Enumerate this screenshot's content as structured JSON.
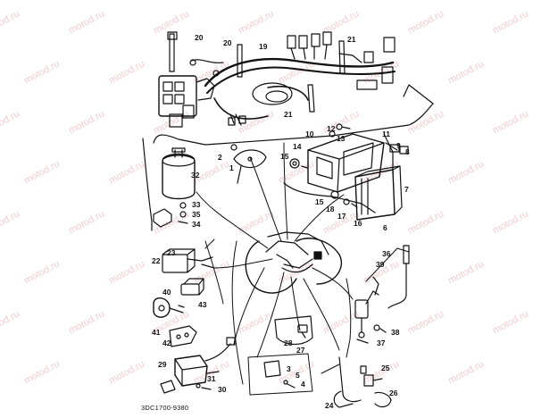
{
  "watermark": {
    "text": "motod.ru",
    "color": "#e7a3a3"
  },
  "diagram_code": "3DC1700-9380",
  "callouts": [
    {
      "id": "c1",
      "text": "20"
    },
    {
      "id": "c2",
      "text": "20"
    },
    {
      "id": "c3",
      "text": "19"
    },
    {
      "id": "c4",
      "text": "21"
    },
    {
      "id": "c5",
      "text": "21"
    },
    {
      "id": "c6",
      "text": "2"
    },
    {
      "id": "c7",
      "text": "1"
    },
    {
      "id": "c8",
      "text": "10"
    },
    {
      "id": "c9",
      "text": "12"
    },
    {
      "id": "c10",
      "text": "13"
    },
    {
      "id": "c11",
      "text": "14"
    },
    {
      "id": "c12",
      "text": "11"
    },
    {
      "id": "c13",
      "text": "9"
    },
    {
      "id": "c14",
      "text": "8"
    },
    {
      "id": "c15",
      "text": "7"
    },
    {
      "id": "c16",
      "text": "15"
    },
    {
      "id": "c17",
      "text": "15"
    },
    {
      "id": "c18",
      "text": "18"
    },
    {
      "id": "c19",
      "text": "17"
    },
    {
      "id": "c20",
      "text": "16"
    },
    {
      "id": "c21",
      "text": "6"
    },
    {
      "id": "c22",
      "text": "32"
    },
    {
      "id": "c23",
      "text": "33"
    },
    {
      "id": "c24",
      "text": "35"
    },
    {
      "id": "c25",
      "text": "34"
    },
    {
      "id": "c26",
      "text": "23"
    },
    {
      "id": "c27",
      "text": "22"
    },
    {
      "id": "c28",
      "text": "40"
    },
    {
      "id": "c29",
      "text": "43"
    },
    {
      "id": "c30",
      "text": "41"
    },
    {
      "id": "c31",
      "text": "42"
    },
    {
      "id": "c32",
      "text": "36"
    },
    {
      "id": "c33",
      "text": "39"
    },
    {
      "id": "c34",
      "text": "38"
    },
    {
      "id": "c35",
      "text": "37"
    },
    {
      "id": "c36",
      "text": "28"
    },
    {
      "id": "c37",
      "text": "27"
    },
    {
      "id": "c38",
      "text": "29"
    },
    {
      "id": "c39",
      "text": "31"
    },
    {
      "id": "c40",
      "text": "30"
    },
    {
      "id": "c41",
      "text": "3"
    },
    {
      "id": "c42",
      "text": "5"
    },
    {
      "id": "c43",
      "text": "4"
    },
    {
      "id": "c44",
      "text": "25"
    },
    {
      "id": "c45",
      "text": "24"
    },
    {
      "id": "c46",
      "text": "26"
    }
  ]
}
